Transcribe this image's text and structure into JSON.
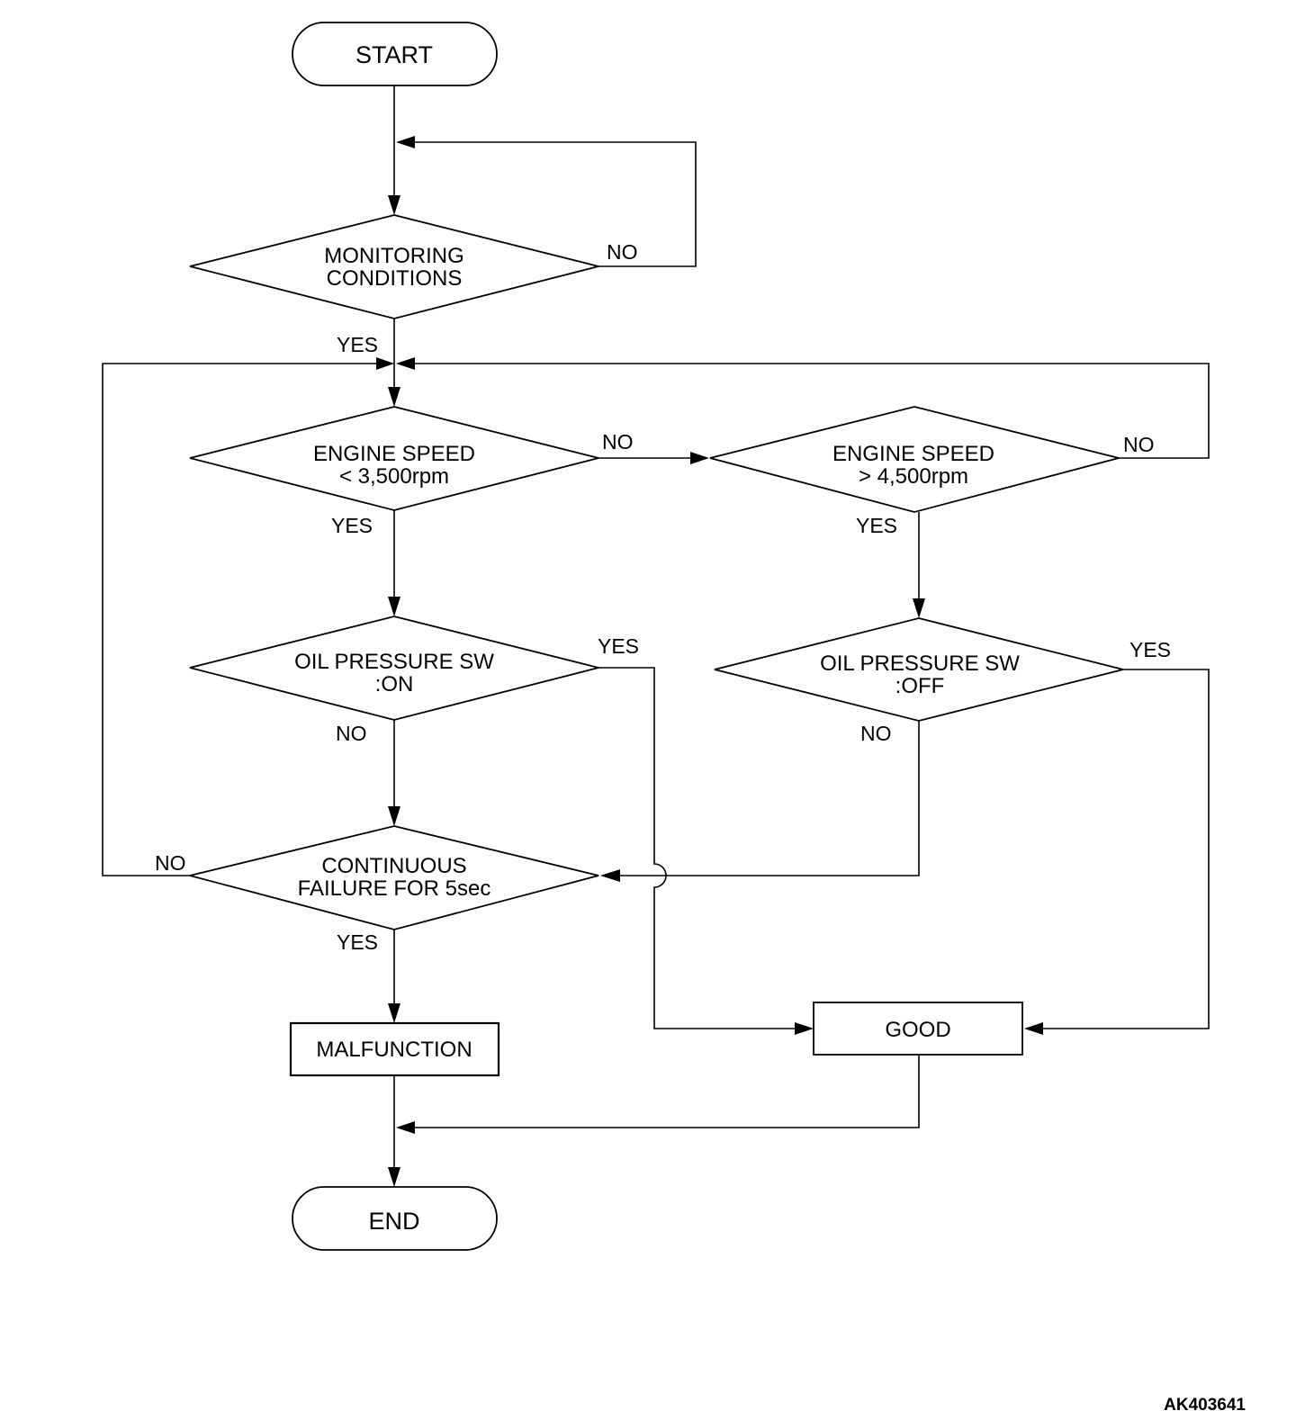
{
  "nodes": {
    "start": {
      "label": "START"
    },
    "monitoring": {
      "line1": "MONITORING",
      "line2": "CONDITIONS"
    },
    "speed_low": {
      "line1": "ENGINE SPEED",
      "line2": "< 3,500rpm"
    },
    "speed_high": {
      "line1": "ENGINE SPEED",
      "line2": "> 4,500rpm"
    },
    "oil_on": {
      "line1": "OIL PRESSURE SW",
      "line2": ":ON"
    },
    "oil_off": {
      "line1": "OIL PRESSURE SW",
      "line2": ":OFF"
    },
    "continuous": {
      "line1": "CONTINUOUS",
      "line2": "FAILURE FOR 5sec"
    },
    "malfunction": {
      "label": "MALFUNCTION"
    },
    "good": {
      "label": "GOOD"
    },
    "end": {
      "label": "END"
    }
  },
  "edge_labels": {
    "monitoring_no": "NO",
    "monitoring_yes": "YES",
    "speed_low_no": "NO",
    "speed_low_yes": "YES",
    "speed_high_no": "NO",
    "speed_high_yes": "YES",
    "oil_on_yes": "YES",
    "oil_on_no": "NO",
    "oil_off_yes": "YES",
    "oil_off_no": "NO",
    "continuous_no": "NO",
    "continuous_yes": "YES"
  },
  "figure_id": "AK403641"
}
